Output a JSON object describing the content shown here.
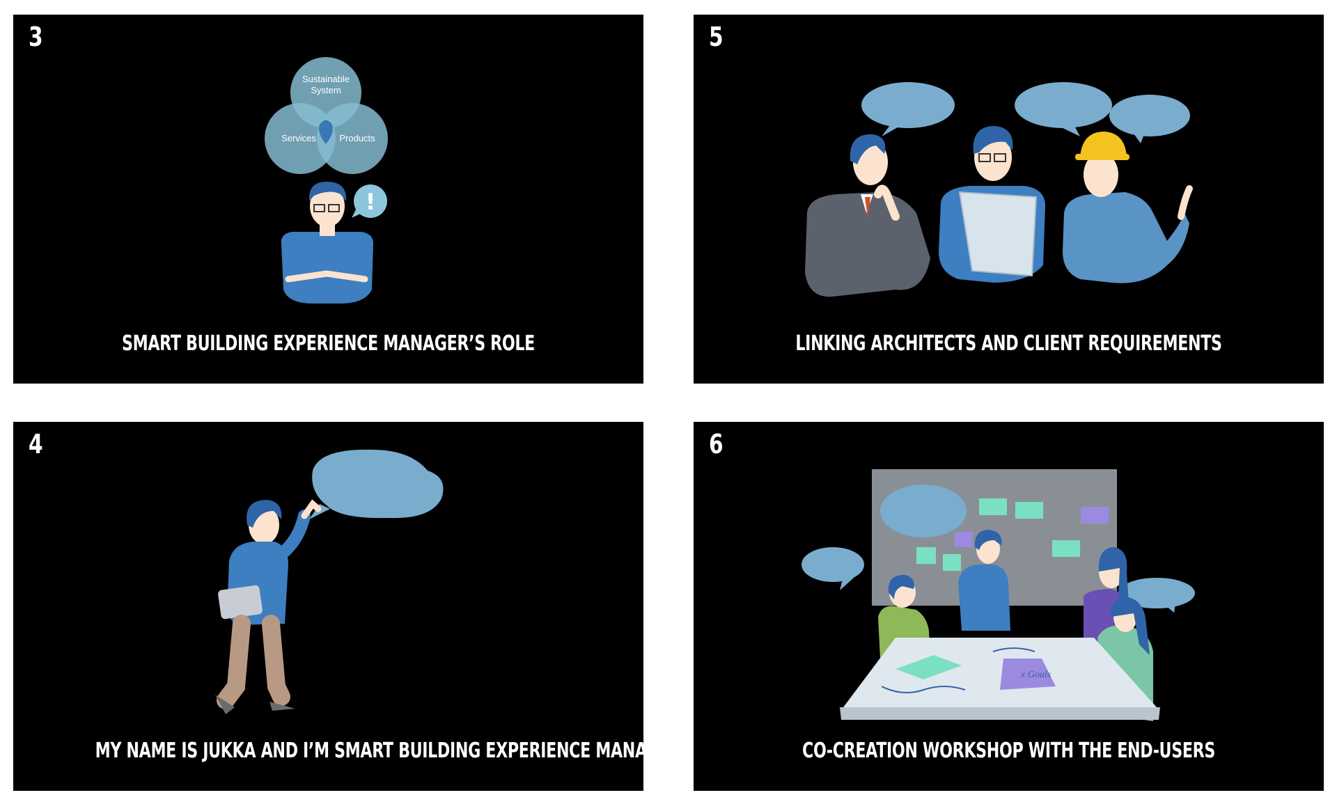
{
  "panels": [
    {
      "number": "3",
      "caption": "SMART BUILDING EXPERIENCE MANAGER’S ROLE",
      "venn": {
        "top": "Sustainable System",
        "left": "Services",
        "right": "Products"
      },
      "alert_symbol": "!"
    },
    {
      "number": "5",
      "caption": "LINKING ARCHITECTS AND CLIENT REQUIREMENTS"
    },
    {
      "number": "4",
      "caption": "MY NAME IS JUKKA AND I’M SMART BUILDING EXPERIENCE MANAGER"
    },
    {
      "number": "6",
      "caption": "CO-CREATION WORKSHOP WITH THE END-USERS",
      "table_note": "x Goals"
    }
  ],
  "colors": {
    "background": "#000000",
    "bubble": "#7aaccd",
    "shirt": "#3d7fc0",
    "hair": "#2f64a8",
    "venn": "#8cc6dc"
  }
}
